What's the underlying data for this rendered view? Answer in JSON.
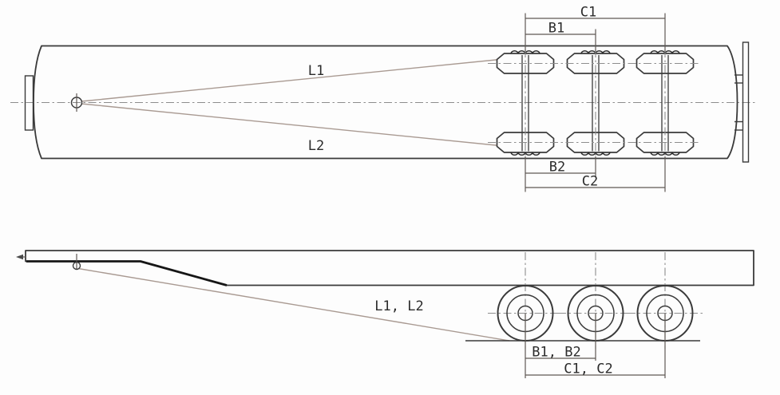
{
  "top_view": {
    "labels": {
      "c1": "C1",
      "b1": "B1",
      "l1": "L1",
      "l2": "L2",
      "b2": "B2",
      "c2": "C2"
    }
  },
  "side_view": {
    "labels": {
      "l": "L1、L2",
      "b": "B1、B2",
      "c": "C1、C2"
    }
  },
  "colors": {
    "outline": "#3a3a3a",
    "thick_outline": "#161616",
    "dimension_line": "#5f5954",
    "measure_ray": "#a99a92",
    "centerline": "#8d8d8d",
    "label_text": "#2b2b2b",
    "background": "#fdfdfd"
  }
}
